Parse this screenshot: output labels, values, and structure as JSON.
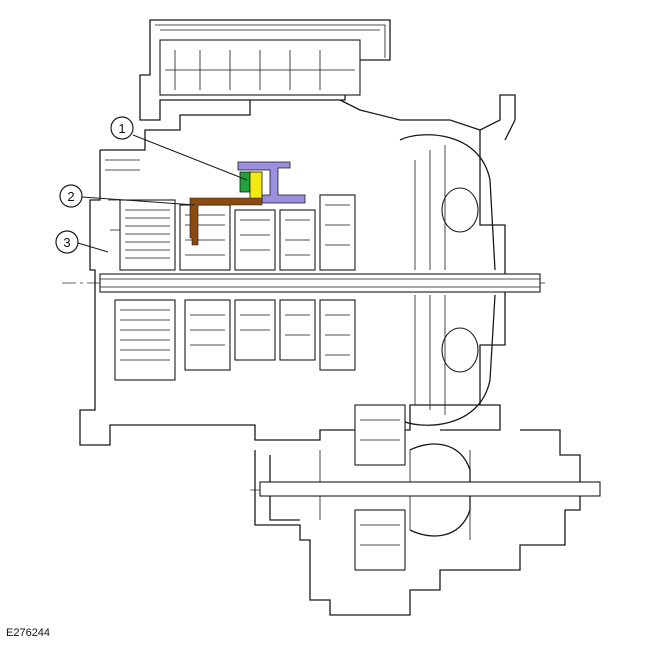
{
  "callouts": [
    {
      "label": "1"
    },
    {
      "label": "2"
    },
    {
      "label": "3"
    }
  ],
  "figure_id": "E276244",
  "highlight_colors": {
    "green": "#1fa33a",
    "yellow": "#f2ea12",
    "purple": "#9b8fe0",
    "brown": "#8a4a12"
  },
  "line_color": "#1a1a1a"
}
